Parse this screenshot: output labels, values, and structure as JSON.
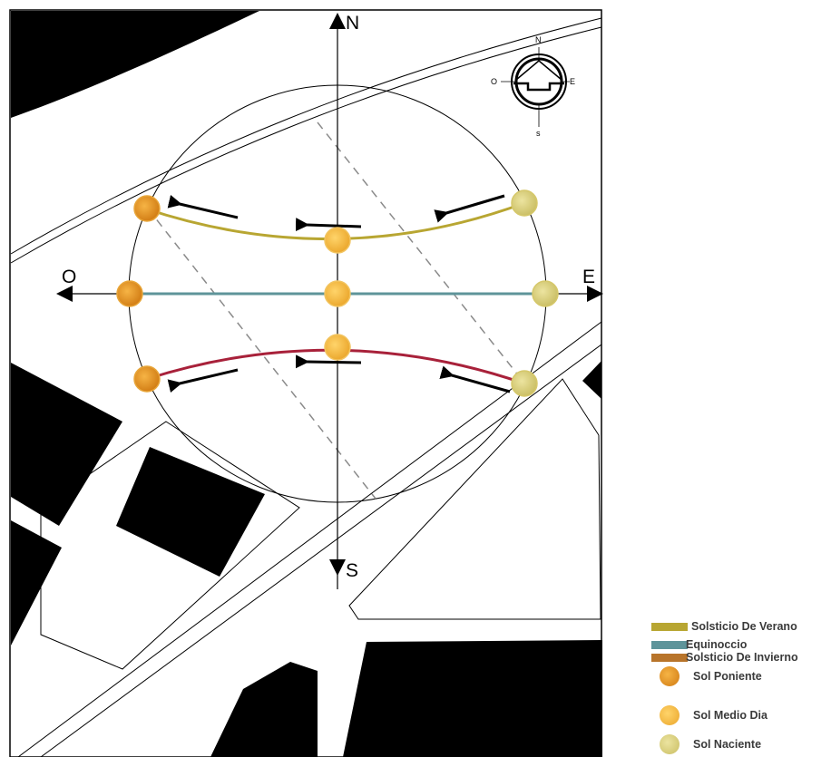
{
  "compass": {
    "main": {
      "north": "N",
      "south": "S",
      "west": "O",
      "east": "E"
    },
    "rose": {
      "north": "N",
      "south": "s",
      "west": "O",
      "east": "E"
    }
  },
  "colors": {
    "summer": "#b8a632",
    "equinox": "#5e949a",
    "winter": "#a8213a",
    "winter_swatch": "#b8742a",
    "sun_poniente": "#e1901a",
    "sun_medio_dia": "#f5b73a",
    "sun_naciente": "#d8cf7a",
    "buildings": "#000000"
  },
  "legend": {
    "paths": [
      {
        "label": "Solsticio De Verano",
        "color_key": "summer"
      },
      {
        "label": "Equinoccio",
        "color_key": "equinox"
      },
      {
        "label": "Solsticio De Invierno",
        "color_key": "winter_swatch"
      }
    ],
    "suns": [
      {
        "label": "Sol Poniente",
        "color_key": "sun_poniente"
      },
      {
        "label": "Sol Medio Dia",
        "color_key": "sun_medio_dia"
      },
      {
        "label": "Sol Naciente",
        "color_key": "sun_naciente"
      }
    ]
  }
}
